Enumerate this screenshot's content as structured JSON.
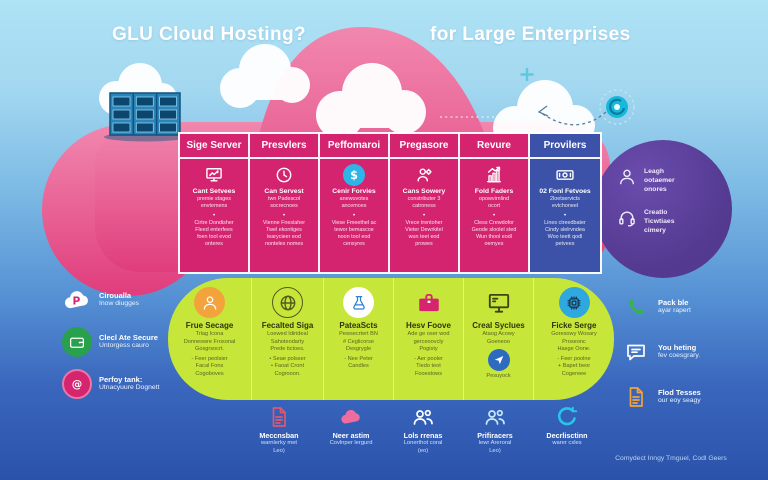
{
  "title": {
    "left": "GLU Cloud Hosting?",
    "right": "for Large Enterprises"
  },
  "caption": "Comydect Inngy Tmguel, Codl Geers",
  "colors": {
    "magenta": "#d5246f",
    "column_blue": "#3b52a8",
    "green_panel": "#c7e63a",
    "purple_badge": "#5b3f9b",
    "sky_top": "#aee2f5",
    "deep_blue": "#2b52ab",
    "pink_cloud": "#e8538c",
    "teal_accent": "#16b8dc",
    "orange_accent": "#f2a33c"
  },
  "table": {
    "columns": [
      {
        "accent": "magenta",
        "header": "Sige Server",
        "icon": "board",
        "label": "Cant Setvees",
        "sub": "premie stages\nenvtemens",
        "bullet": "•",
        "detail": "Cirtre Dondisher\nFleed enterfees\nfoen tool evod\nonteres"
      },
      {
        "accent": "magenta",
        "header": "Presvlers",
        "icon": "clock",
        "label": "Can Servest",
        "sub": "twn Padescol\nsocrecnoes",
        "bullet": "•",
        "detail": "Vienne Fneslaher\nTwel ekontiges\nlearycieer eod\nnonteles nomes"
      },
      {
        "accent": "magenta",
        "header": "Peffomaroi",
        "icon": "dollar",
        "chipclass": "chip-dollar",
        "label": "Cenir Forvies",
        "sub": "anewuvotes\nancemoes",
        "bullet": "•",
        "detail": "Viese Fmeethel ac\ntewor bemascoe\nnoon tool eod\ncensyres"
      },
      {
        "accent": "magenta",
        "header": "Pregasore",
        "icon": "gear-person",
        "label": "Cans Sowery",
        "sub": "constributer 3\ncatroness",
        "bullet": "•",
        "detail": "Vrece trentoher\nVieter Dewrkitel\nwun teet eod\nprowes"
      },
      {
        "accent": "magenta",
        "header": "Revure",
        "icon": "chart",
        "label": "Fold Faders",
        "sub": "opowvirnlind\nocort",
        "bullet": "•",
        "detail": "Cless Crewdofor\nGeode sloolel sted\nWun thool eodl\noemyes"
      },
      {
        "accent": "blue",
        "header": "Provilers",
        "icon": "banknote",
        "label": "02 Fonl Fetvoes",
        "sub": "2loetservicts\nevtchoneel",
        "bullet": "•",
        "detail": "Lines ctreedbater\nCindy slelrvndea\nWoo teett qodl\npetvees"
      }
    ]
  },
  "purple_badge": {
    "items": [
      {
        "icon": "person",
        "text": "Leagh\nootaemer\nonores"
      },
      {
        "icon": "headset",
        "text": "Creatlo\nTicwtiaes\ncimery"
      }
    ]
  },
  "left_features": {
    "items": [
      {
        "chip": "chip-cloudp",
        "icon": "cloud-p",
        "title": "Ciroualla",
        "sub": "Inow diugges"
      },
      {
        "chip": "chip-greenc",
        "icon": "wallet",
        "title": "Clecl Ate Secure",
        "sub": "Untorgess cauro"
      },
      {
        "chip": "chip-crimson",
        "icon": "at",
        "title": "Perfoy tank:",
        "sub": "Utnacyuure Dognett"
      }
    ]
  },
  "green_panel": {
    "columns": [
      {
        "chip": "chip-orange",
        "icon": "person",
        "title": "Frue Secage",
        "body": "Trlag Icona\nDonneswre Frosonal\nGosgrsocrt.",
        "foot": "- Feer peolsier\nFacal Fons\nCogoboves"
      },
      {
        "chip": "ring",
        "icon": "globe",
        "title": "Fecalted Siga",
        "body": "Loewed Idirideal\nSahoteodarty\nPrede tictoes.",
        "foot": "• Seae polsser\n• Faoat Cront\nCogrooon."
      },
      {
        "chip": "chip-white",
        "icon": "flask",
        "title": "PateaScts",
        "body": "Pewsecrtert BN\n# Ceglicorse\nDesgrygle",
        "foot": "- Nee Peter\nCandles"
      },
      {
        "chip": "plain c-pink",
        "icon": "briefcase",
        "title": "Hesv Foove",
        "body": "Ade ge oser wod\ngerceoovcly\nPogisty",
        "foot": "- Aer pooler\nTiedo teot\nFooestows"
      },
      {
        "chip": "plain c-dark",
        "icon": "monitor",
        "title": "Creal Syclues",
        "body": "Ataog Acowy\nGoeneoo",
        "icon2": "send",
        "foot": "Pesuyock"
      },
      {
        "chip": "chip-sky",
        "icon": "chip",
        "title": "Ficke Serge",
        "body": "Goresowy Wosary\nProseonc\nHasge Oone.",
        "foot": "- Feer poolne\n+ Bapet beor\nCogereee"
      }
    ]
  },
  "right_features": {
    "items": [
      {
        "chip": "c-green",
        "icon": "phone",
        "title": "Pack ble",
        "sub": "ayar rapert"
      },
      {
        "chip": "c-white",
        "icon": "chat",
        "title": "You heting",
        "sub": "fev coesgrary."
      },
      {
        "chip": "c-orange",
        "icon": "doc",
        "title": "Flod Tesses",
        "sub": "our eoy seagy"
      }
    ]
  },
  "bottom_features": {
    "items": [
      {
        "tone": "t-red",
        "icon": "doc",
        "title": "Meccnsban",
        "sub": "warnlerky met\nLeo)"
      },
      {
        "tone": "t-pink",
        "icon": "cloud",
        "title": "Neer astim",
        "sub": "Covlnper lergurd"
      },
      {
        "tone": "t-white",
        "icon": "users",
        "title": "Lols rrenas",
        "sub": "Lonerthot coral\n(eo)"
      },
      {
        "tone": "t-sky",
        "icon": "users",
        "title": "Prifiracers",
        "sub": "lewr Areroral\nLeo)"
      },
      {
        "tone": "t-cyan",
        "icon": "refresh",
        "title": "Decrlisctinn",
        "sub": "warer cxles"
      }
    ]
  }
}
